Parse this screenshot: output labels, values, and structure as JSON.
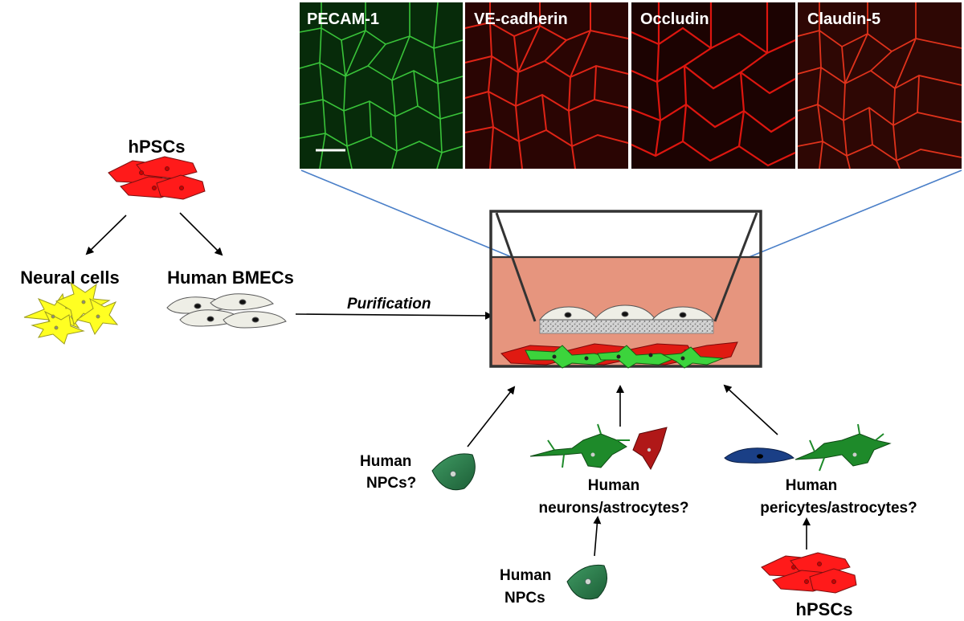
{
  "micrographs": [
    {
      "label": "PECAM-1",
      "color": "#3fd43f"
    },
    {
      "label": "VE-cadherin",
      "color": "#ff2a1a"
    },
    {
      "label": "Occludin",
      "color": "#ff1a12"
    },
    {
      "label": "Claudin-5",
      "color": "#ff3a20"
    }
  ],
  "labels": {
    "hpscs_top": "hPSCs",
    "neural_cells": "Neural cells",
    "human_bmecs": "Human BMECs",
    "purification": "Purification",
    "npc_q_1": "Human",
    "npc_q_2": "NPCs?",
    "neurons_astro_1": "Human",
    "neurons_astro_2": "neurons/astrocytes?",
    "pericytes_astro_1": "Human",
    "pericytes_astro_2": "pericytes/astrocytes?",
    "npc_bottom_1": "Human",
    "npc_bottom_2": "NPCs",
    "hpscs_bottom": "hPSCs"
  },
  "colors": {
    "hpsc_red": "#ff1a1a",
    "neural_yellow": "#ffff22",
    "bmec_gray": "#eeeee6",
    "medium": "#e6957e",
    "neuron_green": "#1e8a2a",
    "astro_red": "#b01818",
    "pericyte_blue": "#1a3f86",
    "npc_green": "#2a7a48",
    "guide_blue": "#4a7fc8"
  }
}
